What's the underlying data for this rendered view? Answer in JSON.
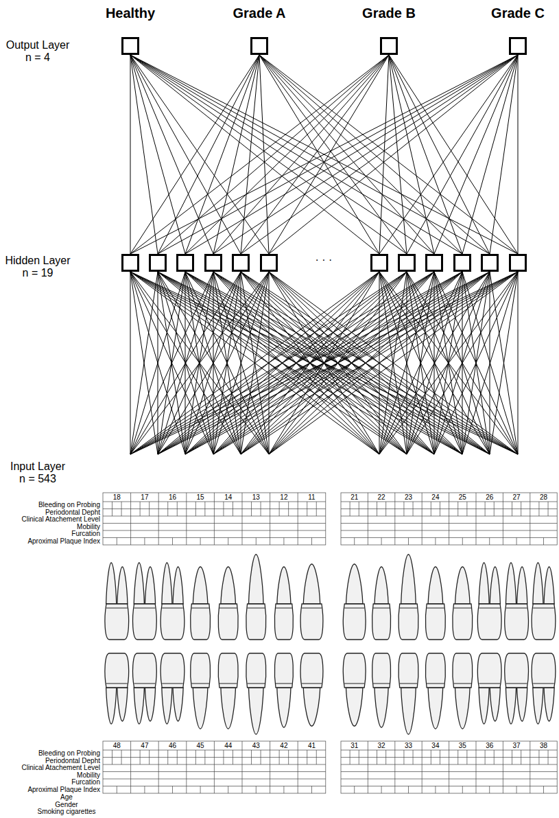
{
  "diagram": {
    "nodes": [
      {
        "text": [
          "Healthy"
        ]
      },
      {
        "text": [
          "Grade A"
        ]
      },
      {
        "text": [
          "Grade B"
        ]
      },
      {
        "text": [
          "Grade C"
        ]
      }
    ],
    "labels": [
      "Output Layer",
      "n = 4",
      "Hidden Layer",
      "n = 19",
      "· · ·",
      "Input Layer",
      "n = 543",
      "18",
      "17",
      "16",
      "15",
      "14",
      "13",
      "12",
      "11",
      "21",
      "22",
      "23",
      "24",
      "25",
      "26",
      "27",
      "28",
      "Bleeding on Probing",
      "Periodontal Depht",
      "Clinical Atachement Level",
      "Mobility",
      "Furcation",
      "Aproximal Plaque Index",
      "48",
      "47",
      "46",
      "45",
      "44",
      "43",
      "42",
      "41",
      "31",
      "32",
      "33",
      "34",
      "35",
      "36",
      "37",
      "38",
      "Bleeding on Probing",
      "Periodontal Depht",
      "Clinical Atachement Level",
      "Mobility",
      "Furcation",
      "Aproximal Plaque Index",
      "Age",
      "Gender",
      "Smoking cigarettes"
    ]
  }
}
